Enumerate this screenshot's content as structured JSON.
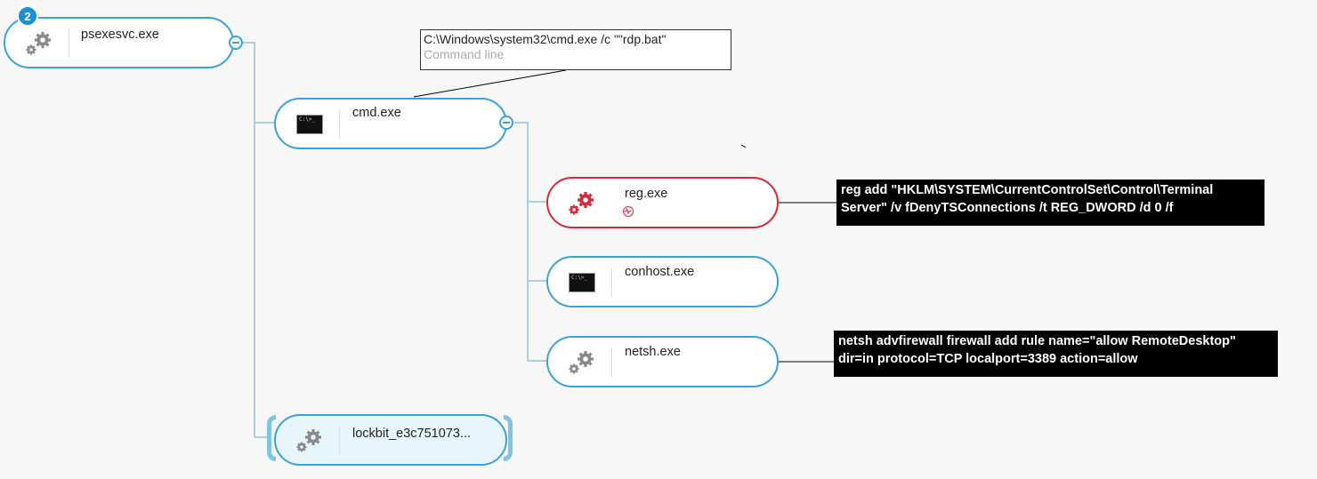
{
  "tree": {
    "root": {
      "badge_count": "2",
      "name": "psexesvc.exe",
      "icon": "gears-icon",
      "children": {
        "cmd": {
          "name": "cmd.exe",
          "icon": "console-icon",
          "command_line": {
            "value": "C:\\Windows\\system32\\cmd.exe /c \"\"rdp.bat\"",
            "label": "Command line"
          },
          "children": {
            "reg": {
              "name": "reg.exe",
              "icon": "gears-icon",
              "status": "alert",
              "callout": "reg add \"HKLM\\SYSTEM\\CurrentControlSet\\Control\\Terminal Server\" /v fDenyTSConnections /t REG_DWORD /d 0 /f"
            },
            "conhost": {
              "name": "conhost.exe",
              "icon": "console-icon"
            },
            "netsh": {
              "name": "netsh.exe",
              "icon": "gears-icon",
              "callout": "netsh advfirewall firewall add rule name=\"allow RemoteDesktop\" dir=in protocol=TCP localport=3389 action=allow"
            }
          }
        },
        "lockbit": {
          "name": "lockbit_e3c751073...",
          "icon": "gears-icon",
          "selected": true
        }
      }
    }
  },
  "console_glyph": "C:\\>_",
  "colors": {
    "accent": "#3ba3d4",
    "alert": "#d9283a",
    "connector": "#a9cfe0",
    "gear_gray": "#8a8a8a"
  }
}
